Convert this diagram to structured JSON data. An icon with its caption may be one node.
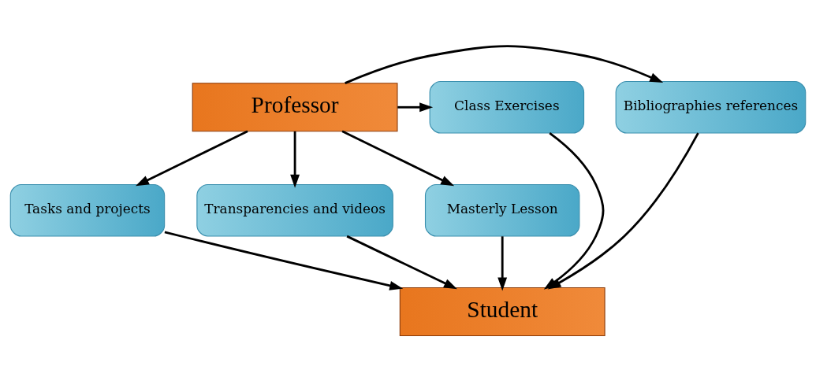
{
  "diagram": {
    "nodes": [
      {
        "text": [
          "Professor"
        ]
      },
      {
        "text": [
          "Bibliographies references"
        ]
      },
      {
        "text": [
          "Class Exercises"
        ]
      },
      {
        "text": [
          "Transparencies and videos"
        ]
      },
      {
        "text": [
          "Masterly Lesson"
        ]
      },
      {
        "text": [
          "Tasks and projects"
        ]
      },
      {
        "text": [
          "Student"
        ]
      }
    ],
    "edges": [
      {
        "from": 0,
        "to": 1,
        "arrow": "to"
      },
      {
        "from": 0,
        "to": 2,
        "arrow": "to"
      },
      {
        "from": 0,
        "to": 3,
        "arrow": "to"
      },
      {
        "from": 0,
        "to": 4,
        "arrow": "to"
      },
      {
        "from": 0,
        "to": 5,
        "arrow": "to"
      },
      {
        "from": 1,
        "to": 6,
        "arrow": "to"
      },
      {
        "from": 3,
        "to": 6,
        "arrow": "to"
      },
      {
        "from": 4,
        "to": 6,
        "arrow": "to"
      },
      {
        "from": 5,
        "to": 6,
        "arrow": "to"
      },
      {
        "from": 2,
        "to": 6,
        "arrow": "to"
      }
    ]
  }
}
